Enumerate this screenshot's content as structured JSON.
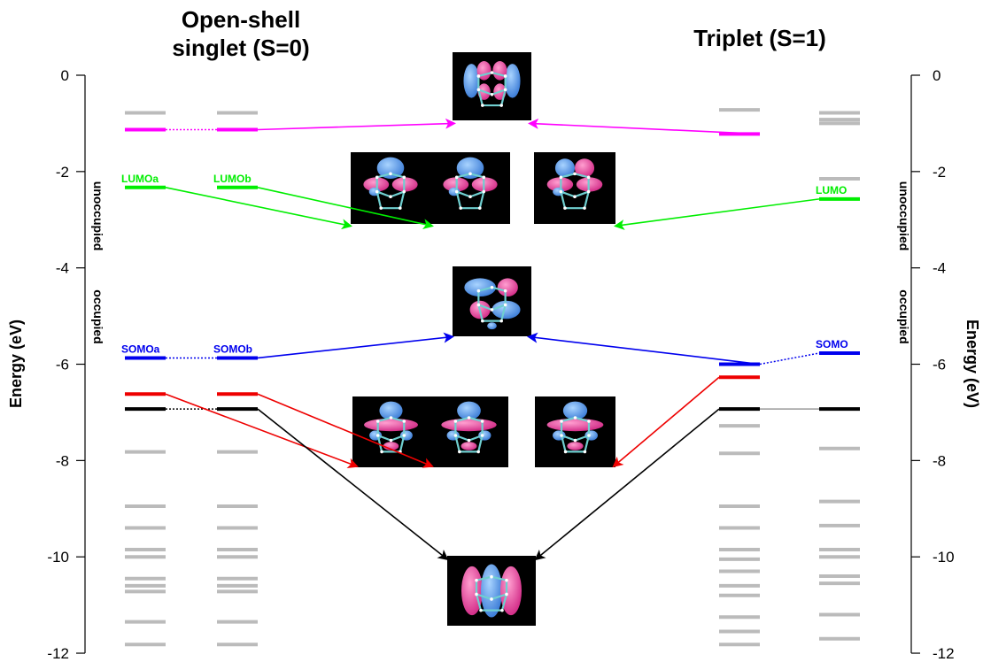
{
  "titles": {
    "left": "Open-shell singlet (S=0)",
    "right": "Triplet (S=1)"
  },
  "axes": {
    "left_label": "Energy (eV)",
    "right_label": "Energy (eV)",
    "range": [
      -12,
      0
    ],
    "ticks": [
      0,
      -2,
      -4,
      -6,
      -8,
      -10,
      -12
    ]
  },
  "regions": {
    "unoccupied": "unoccupied",
    "occupied": "occupied"
  },
  "colors": {
    "magenta": "#ff00ff",
    "green": "#00ee00",
    "blue": "#0000ee",
    "red": "#ee0000",
    "black": "#000000",
    "gray": "#bbbbbb"
  },
  "columns": [
    {
      "id": "singlet-a",
      "gray": [
        -0.78,
        -7.82,
        -8.95,
        -9.4,
        -9.85,
        -10.0,
        -10.45,
        -10.6,
        -10.72,
        -11.35,
        -11.82
      ],
      "levels": [
        {
          "e": -1.13,
          "color": "magenta"
        },
        {
          "e": -2.33,
          "color": "green",
          "label": "LUMOa"
        },
        {
          "e": -5.87,
          "color": "blue",
          "label": "SOMOa"
        },
        {
          "e": -6.62,
          "color": "red"
        },
        {
          "e": -6.93,
          "color": "black"
        }
      ]
    },
    {
      "id": "singlet-b",
      "gray": [
        -0.78,
        -7.82,
        -8.95,
        -9.4,
        -9.85,
        -10.0,
        -10.45,
        -10.6,
        -10.72,
        -11.35,
        -11.82
      ],
      "levels": [
        {
          "e": -1.13,
          "color": "magenta"
        },
        {
          "e": -2.33,
          "color": "green",
          "label": "LUMOb"
        },
        {
          "e": -5.87,
          "color": "blue",
          "label": "SOMOb"
        },
        {
          "e": -6.62,
          "color": "red"
        },
        {
          "e": -6.93,
          "color": "black"
        }
      ]
    },
    {
      "id": "triplet-a",
      "gray": [
        -0.72,
        -7.28,
        -7.85,
        -8.95,
        -9.4,
        -9.85,
        -10.05,
        -10.3,
        -10.6,
        -10.8,
        -11.25,
        -11.55,
        -11.82
      ],
      "levels": [
        {
          "e": -1.22,
          "color": "magenta"
        },
        {
          "e": -6.0,
          "color": "blue"
        },
        {
          "e": -6.27,
          "color": "red"
        },
        {
          "e": -6.93,
          "color": "black"
        }
      ]
    },
    {
      "id": "triplet-b",
      "gray": [
        -0.78,
        -0.92,
        -1.0,
        -2.15,
        -7.75,
        -8.85,
        -9.35,
        -9.85,
        -10.0,
        -10.4,
        -10.55,
        -11.2,
        -11.7
      ],
      "levels": [
        {
          "e": -2.57,
          "color": "green",
          "label": "LUMO"
        },
        {
          "e": -5.77,
          "color": "blue",
          "label": "SOMO"
        },
        {
          "e": -6.93,
          "color": "black"
        }
      ]
    }
  ],
  "orbitals": [
    {
      "id": "magenta",
      "pattern": "4lobe"
    },
    {
      "id": "green-1",
      "pattern": "top"
    },
    {
      "id": "green-2",
      "pattern": "top"
    },
    {
      "id": "green-3",
      "pattern": "topsplit"
    },
    {
      "id": "blue",
      "pattern": "diag"
    },
    {
      "id": "red-1",
      "pattern": "cap"
    },
    {
      "id": "red-2",
      "pattern": "cap"
    },
    {
      "id": "red-3",
      "pattern": "cap"
    },
    {
      "id": "black",
      "pattern": "vert3"
    }
  ]
}
